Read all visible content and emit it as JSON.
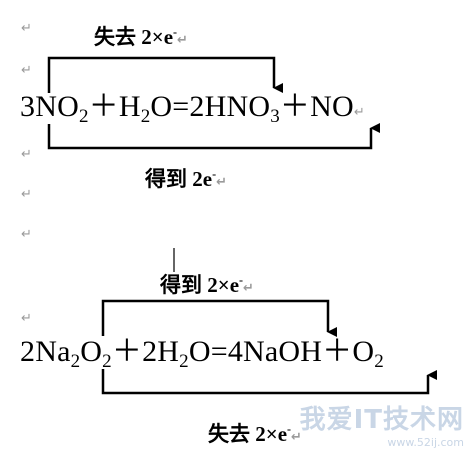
{
  "pilcrow": "↵",
  "reaction1": {
    "top_label": "失去 2×e",
    "bottom_label": "得到 2e",
    "equation": {
      "p1": "3NO",
      "s1": "2",
      "p2": "＋H",
      "s2": "2",
      "p3": "O=2HNO",
      "s3": "3",
      "p4": "＋NO"
    }
  },
  "reaction2": {
    "top_label": "得到 2×e",
    "bottom_label": "失去 2×e",
    "equation": {
      "p1": "2Na",
      "s1": "2",
      "p2": "O",
      "s2": "2",
      "p3": "＋2H",
      "s3": "2",
      "p4": "O=4NaOH＋O",
      "s4": "2"
    }
  },
  "electron_superscript": "-",
  "watermark": {
    "text": "我爱IT技术网",
    "url": "www.52ij.com"
  },
  "colors": {
    "text": "#000000",
    "mark": "#9a9a9a",
    "watermark": "#c9d6e6"
  }
}
